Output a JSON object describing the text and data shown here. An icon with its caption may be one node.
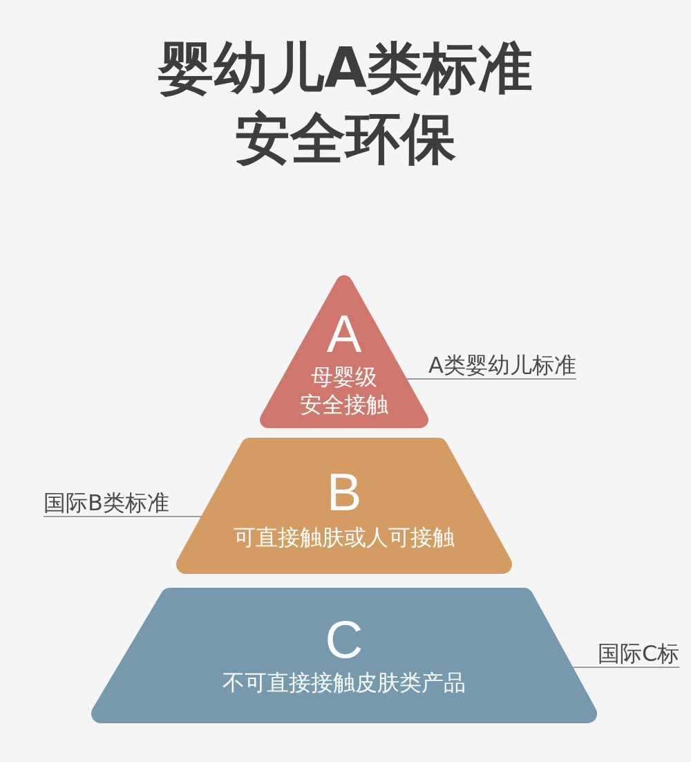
{
  "diagram": {
    "title": "婴幼儿A类标准安全环保",
    "nodes": [
      {
        "text": [
          "A",
          "母婴级安全接触"
        ]
      },
      {
        "text": [
          "A类婴幼儿标准"
        ]
      },
      {
        "text": [
          "B",
          "可直接触肤或人可接触"
        ]
      },
      {
        "text": [
          "国际B类标准"
        ]
      },
      {
        "text": [
          "C",
          "不可直接接触皮肤类产品"
        ]
      },
      {
        "text": [
          "国际C标"
        ]
      }
    ],
    "edges": [
      {
        "from": 1,
        "to": 0,
        "arrow": "none"
      },
      {
        "from": 3,
        "to": 2,
        "arrow": "none"
      },
      {
        "from": 5,
        "to": 4,
        "arrow": "none"
      }
    ]
  }
}
